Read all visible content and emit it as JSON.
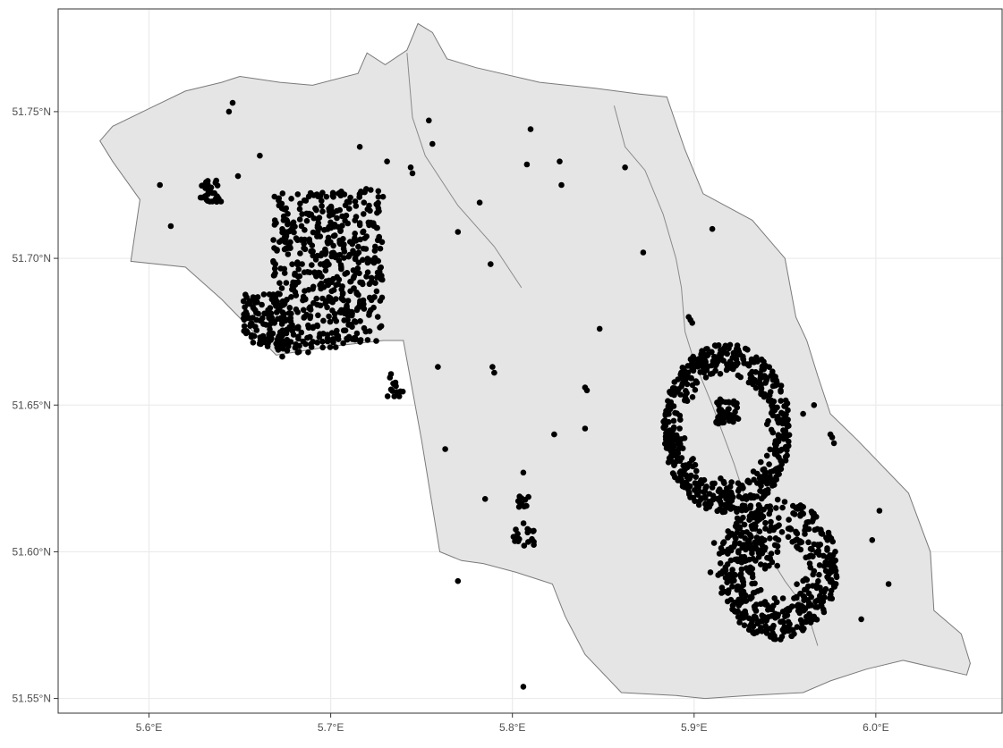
{
  "chart_data": {
    "type": "scatter",
    "subtype": "point map over polygon boundary",
    "title": "",
    "xlabel": "",
    "ylabel": "",
    "xlim": [
      5.55,
      6.07
    ],
    "ylim": [
      51.545,
      51.785
    ],
    "x_ticks": [
      {
        "value": 5.6,
        "label": "5.6°E"
      },
      {
        "value": 5.7,
        "label": "5.7°E"
      },
      {
        "value": 5.8,
        "label": "5.8°E"
      },
      {
        "value": 5.9,
        "label": "5.9°E"
      },
      {
        "value": 6.0,
        "label": "6.0°E"
      }
    ],
    "y_ticks": [
      {
        "value": 51.55,
        "label": "51.55°N"
      },
      {
        "value": 51.6,
        "label": "51.60°N"
      },
      {
        "value": 51.65,
        "label": "51.65°N"
      },
      {
        "value": 51.7,
        "label": "51.70°N"
      },
      {
        "value": 51.75,
        "label": "51.75°N"
      }
    ],
    "grid": true,
    "legend": "none",
    "colors": {
      "background": "#ffffff",
      "grid": "#ebebeb",
      "land": "#e5e5e5",
      "outline": "#7a7a7a",
      "points": "#000000",
      "panel_border": "#333333"
    },
    "boundary": [
      [
        5.573,
        51.74
      ],
      [
        5.58,
        51.745
      ],
      [
        5.6,
        51.751
      ],
      [
        5.62,
        51.757
      ],
      [
        5.64,
        51.76
      ],
      [
        5.65,
        51.762
      ],
      [
        5.672,
        51.76
      ],
      [
        5.69,
        51.759
      ],
      [
        5.715,
        51.763
      ],
      [
        5.72,
        51.77
      ],
      [
        5.73,
        51.766
      ],
      [
        5.742,
        51.771
      ],
      [
        5.748,
        51.78
      ],
      [
        5.756,
        51.777
      ],
      [
        5.764,
        51.768
      ],
      [
        5.78,
        51.765
      ],
      [
        5.815,
        51.76
      ],
      [
        5.845,
        51.758
      ],
      [
        5.87,
        51.756
      ],
      [
        5.885,
        51.755
      ],
      [
        5.895,
        51.737
      ],
      [
        5.905,
        51.722
      ],
      [
        5.932,
        51.713
      ],
      [
        5.95,
        51.7
      ],
      [
        5.956,
        51.68
      ],
      [
        5.962,
        51.672
      ],
      [
        5.968,
        51.66
      ],
      [
        5.975,
        51.647
      ],
      [
        5.99,
        51.638
      ],
      [
        6.018,
        51.62
      ],
      [
        6.03,
        51.6
      ],
      [
        6.032,
        51.58
      ],
      [
        6.047,
        51.572
      ],
      [
        6.052,
        51.562
      ],
      [
        6.05,
        51.558
      ],
      [
        6.015,
        51.563
      ],
      [
        5.995,
        51.56
      ],
      [
        5.975,
        51.556
      ],
      [
        5.96,
        51.552
      ],
      [
        5.93,
        51.551
      ],
      [
        5.906,
        51.55
      ],
      [
        5.89,
        51.551
      ],
      [
        5.86,
        51.552
      ],
      [
        5.84,
        51.565
      ],
      [
        5.829,
        51.578
      ],
      [
        5.822,
        51.589
      ],
      [
        5.802,
        51.593
      ],
      [
        5.784,
        51.596
      ],
      [
        5.772,
        51.597
      ],
      [
        5.76,
        51.6
      ],
      [
        5.75,
        51.638
      ],
      [
        5.74,
        51.672
      ],
      [
        5.729,
        51.672
      ],
      [
        5.7,
        51.67
      ],
      [
        5.67,
        51.667
      ],
      [
        5.64,
        51.686
      ],
      [
        5.62,
        51.697
      ],
      [
        5.59,
        51.699
      ],
      [
        5.595,
        51.72
      ],
      [
        5.58,
        51.733
      ],
      [
        5.573,
        51.74
      ]
    ],
    "roads": [
      [
        [
          5.742,
          51.77
        ],
        [
          5.745,
          51.748
        ],
        [
          5.752,
          51.735
        ],
        [
          5.77,
          51.718
        ],
        [
          5.79,
          51.704
        ],
        [
          5.805,
          51.69
        ]
      ],
      [
        [
          5.856,
          51.752
        ],
        [
          5.862,
          51.738
        ],
        [
          5.873,
          51.73
        ],
        [
          5.883,
          51.715
        ],
        [
          5.89,
          51.7
        ],
        [
          5.893,
          51.69
        ],
        [
          5.895,
          51.675
        ],
        [
          5.9,
          51.665
        ],
        [
          5.91,
          51.65
        ],
        [
          5.922,
          51.63
        ],
        [
          5.935,
          51.605
        ],
        [
          5.95,
          51.59
        ],
        [
          5.962,
          51.58
        ],
        [
          5.968,
          51.568
        ]
      ]
    ],
    "points": [
      [
        5.646,
        51.753
      ],
      [
        5.644,
        51.75
      ],
      [
        5.661,
        51.735
      ],
      [
        5.606,
        51.725
      ],
      [
        5.612,
        51.711
      ],
      [
        5.649,
        51.728
      ],
      [
        5.716,
        51.738
      ],
      [
        5.731,
        51.733
      ],
      [
        5.744,
        51.731
      ],
      [
        5.745,
        51.729
      ],
      [
        5.754,
        51.747
      ],
      [
        5.756,
        51.739
      ],
      [
        5.81,
        51.744
      ],
      [
        5.808,
        51.732
      ],
      [
        5.826,
        51.733
      ],
      [
        5.827,
        51.725
      ],
      [
        5.782,
        51.719
      ],
      [
        5.77,
        51.709
      ],
      [
        5.788,
        51.698
      ],
      [
        5.862,
        51.731
      ],
      [
        5.872,
        51.702
      ],
      [
        5.91,
        51.71
      ],
      [
        5.848,
        51.676
      ],
      [
        5.759,
        51.663
      ],
      [
        5.789,
        51.663
      ],
      [
        5.79,
        51.661
      ],
      [
        5.84,
        51.656
      ],
      [
        5.841,
        51.655
      ],
      [
        5.823,
        51.64
      ],
      [
        5.84,
        51.642
      ],
      [
        5.763,
        51.635
      ],
      [
        5.785,
        51.618
      ],
      [
        5.806,
        51.627
      ],
      [
        5.77,
        51.59
      ],
      [
        5.806,
        51.554
      ],
      [
        5.966,
        51.65
      ],
      [
        6.002,
        51.614
      ],
      [
        5.998,
        51.604
      ],
      [
        6.007,
        51.589
      ],
      [
        5.992,
        51.577
      ],
      [
        5.911,
        51.603
      ],
      [
        5.909,
        51.593
      ],
      [
        5.942,
        51.571
      ],
      [
        5.96,
        51.647
      ],
      [
        5.938,
        51.612
      ],
      [
        5.925,
        51.587
      ],
      [
        5.955,
        51.572
      ],
      [
        5.975,
        51.64
      ],
      [
        5.977,
        51.637
      ],
      [
        5.976,
        51.639
      ],
      [
        5.899,
        51.678
      ],
      [
        5.898,
        51.679
      ],
      [
        5.897,
        51.68
      ]
    ],
    "clusters": [
      {
        "kind": "dense",
        "count": 28,
        "seed": 11,
        "x": [
          5.628,
          5.64
        ],
        "y": [
          51.719,
          51.727
        ]
      },
      {
        "kind": "dense",
        "count": 14,
        "seed": 12,
        "x": [
          5.731,
          5.74
        ],
        "y": [
          51.652,
          51.661
        ]
      },
      {
        "kind": "dense",
        "count": 18,
        "seed": 13,
        "x": [
          5.8,
          5.812
        ],
        "y": [
          51.602,
          51.611
        ]
      },
      {
        "kind": "dense",
        "count": 10,
        "seed": 14,
        "x": [
          5.802,
          5.81
        ],
        "y": [
          51.615,
          51.622
        ]
      },
      {
        "kind": "quad",
        "count": 560,
        "seed": 21,
        "quad": [
          [
            5.667,
            51.722
          ],
          [
            5.729,
            51.724
          ],
          [
            5.728,
            51.672
          ],
          [
            5.67,
            51.666
          ]
        ]
      },
      {
        "kind": "quad",
        "count": 120,
        "seed": 22,
        "quad": [
          [
            5.652,
            51.688
          ],
          [
            5.676,
            51.688
          ],
          [
            5.676,
            51.668
          ],
          [
            5.652,
            51.672
          ]
        ]
      },
      {
        "kind": "ring",
        "count": 560,
        "seed": 31,
        "center": [
          5.918,
          51.642
        ],
        "rx": [
          0.035,
          0.022
        ],
        "ry": [
          0.029,
          0.017
        ]
      },
      {
        "kind": "ring",
        "count": 480,
        "seed": 32,
        "center": [
          5.946,
          51.594
        ],
        "rx": [
          0.033,
          0.012
        ],
        "ry": [
          0.024,
          0.008
        ]
      },
      {
        "kind": "dense",
        "count": 50,
        "seed": 33,
        "x": [
          5.912,
          5.925
        ],
        "y": [
          51.643,
          51.652
        ]
      },
      {
        "kind": "dense",
        "count": 40,
        "seed": 34,
        "x": [
          5.928,
          5.946
        ],
        "y": [
          51.594,
          51.604
        ]
      }
    ]
  }
}
